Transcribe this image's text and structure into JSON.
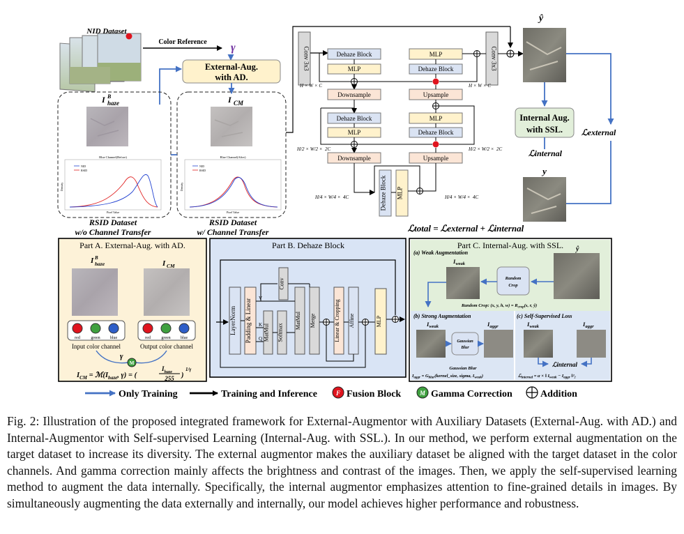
{
  "figure": {
    "nid_dataset_label": "NID Dataset",
    "color_reference_label": "Color Reference",
    "gamma_symbol": "γ",
    "external_aug_label_line1": "External-Aug.",
    "external_aug_label_line2": "with AD.",
    "i_haze_label": "I",
    "i_haze_super": "B",
    "i_haze_sub": "haze",
    "i_cm_label": "I",
    "i_cm_sub": "CM",
    "chart_before_title": "Blue Channel(Before)",
    "chart_after_title": "Blue Channel(After)",
    "chart_legend_nid": "NID",
    "chart_legend_rsid": "RSID",
    "chart_xlabel": "Pixel Value",
    "chart_ylabel": "Density",
    "rsid_wo_line1": "RSID Dataset",
    "rsid_wo_line2": "w/o Channel Transfer",
    "rsid_w_line1": "RSID Dataset",
    "rsid_w_line2": "w/ Channel Transfer",
    "conv_label": "Conv 3x3",
    "dehaze_block_label": "Dehaze Block",
    "mlp_label": "MLP",
    "downsample_label": "Downsample",
    "upsample_label": "Upsample",
    "dim_full": "H × W × C",
    "dim_half": "2C",
    "dim_quarter": "4C",
    "y_hat_label": "ŷ",
    "y_label": "y",
    "internal_aug_line1": "Internal Aug.",
    "internal_aug_line2": "with SSL.",
    "l_external": "ℒexternal",
    "l_internal": "ℒinternal",
    "l_total": "ℒtotal = ℒexternal + ℒinternal",
    "part_a_title": "Part A. External-Aug. with AD.",
    "part_b_title": "Part B. Dehaze Block",
    "part_c_title": "Part C. Internal-Aug. with SSL.",
    "input_color_channel": "Input color channel",
    "output_color_channel": "Output color channel",
    "channel_red": "red",
    "channel_green": "green",
    "channel_blue": "blue",
    "gamma_formula": "I_CM = ℳ(I^B_haze, γ) = (I^B_haze / 255)^(1/γ)",
    "layernorm_label": "LayerNorm",
    "padding_linear_label": "Padding & Linear",
    "matmul_label": "MatMul",
    "softmax_label": "Softmax",
    "merge_label": "Merge",
    "linear_cropping_label": "Linear & Cropping",
    "affine_label": "Affine",
    "conv_small_label": "Conv",
    "v_label": "V",
    "k_label": "K",
    "q_label": "Q",
    "weak_aug_title": "(a) Weak Augmentation",
    "i_weak_label": "I weak",
    "random_crop_label": "Random Crop",
    "random_crop_formula": "Random Crop: (x, y, h, w) = R_crop(s, r, ŷ)",
    "strong_aug_title": "(b) Strong Augmentation",
    "i_aggr_label": "I aggr",
    "gaussian_blur_label": "Gaussian Blur",
    "gaussian_blur_formula": "I_aggr = G_blur(kernel_size, sigma, I_weak)",
    "ssl_loss_title": "(c) Self-Supervised Loss",
    "ssl_loss_formula": "ℒinternal = α × ‖ I_weak − I_aggr ‖²₂",
    "legend_only_training": "Only Training",
    "legend_training_inference": "Training and Inference",
    "legend_fusion_block": "Fusion Block",
    "legend_fusion_symbol": "F",
    "legend_gamma_correction": "Gamma Correction",
    "legend_gamma_symbol": "M",
    "legend_addition": "Addition"
  },
  "caption": "Fig. 2: Illustration of the proposed integrated framework for External-Augmentor with Auxiliary Datasets (External-Aug. with AD.) and Internal-Augmentor with Self-supervised Learning (Internal-Aug. with SSL.). In our method, we perform external augmentation on the target dataset to increase its diversity. The external augmentor makes the auxiliary dataset be aligned with the target dataset in the color channels. And gamma correction mainly affects the brightness and contrast of the images. Then, we apply the self-supervised learning method to augment the data internally. Specifically, the internal augmentor emphasizes attention to fine-grained details in images. By simultaneously augmenting the data externally and internally, our model achieves higher performance and robustness.",
  "colors": {
    "only_training_arrow": "#4472c4",
    "training_inference_arrow": "#000000",
    "fusion_block": "#e0141e",
    "gamma_correction": "#3fa03f",
    "dehaze_block_fill": "#dae3f3",
    "mlp_fill": "#fff2cc",
    "sample_fill": "#fbe5d6",
    "conv_fill": "#d9d9d9",
    "part_a_bg": "#fdf2d8",
    "part_b_bg": "#d9e4f5",
    "part_c_weak_bg": "#e2efda",
    "part_c_strong_bg": "#dce6f4",
    "external_aug_fill": "#fff2cc",
    "internal_aug_fill": "#e2efda"
  }
}
